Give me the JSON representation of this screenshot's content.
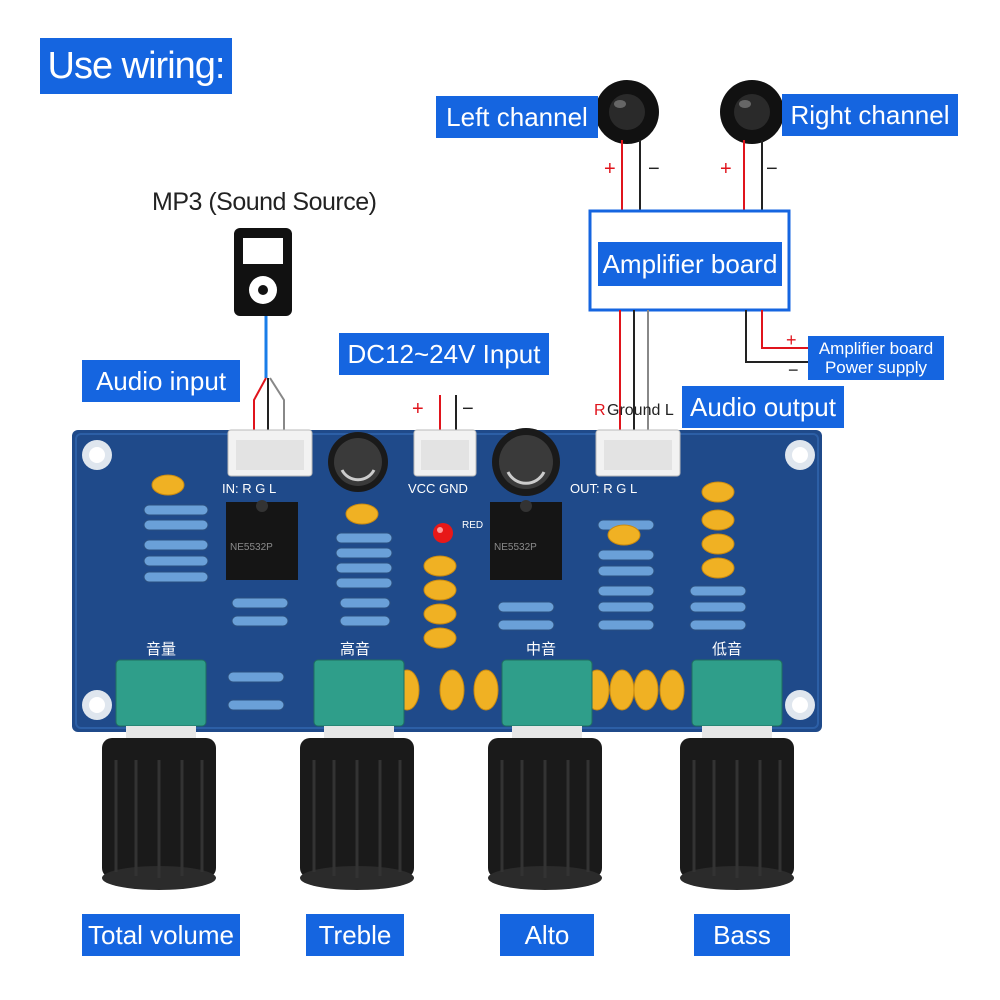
{
  "title": "Use wiring:",
  "labels": {
    "left_channel": "Left channel",
    "right_channel": "Right channel",
    "mp3_source": "MP3 (Sound Source)",
    "amplifier_board": "Amplifier board",
    "audio_input": "Audio input",
    "dc_input": "DC12~24V Input",
    "amp_power_line1": "Amplifier board",
    "amp_power_line2": "Power supply",
    "audio_output": "Audio output",
    "output_pins": {
      "r": "R",
      "ground_l": "Ground L"
    }
  },
  "polarity": {
    "plus": "+",
    "minus": "−"
  },
  "board": {
    "in_header": "IN: R  G  L",
    "vcc_gnd": "VCC  GND",
    "out_header": "OUT: R  G  L",
    "led_label": "RED",
    "chip_1": "NE5532P",
    "chip_2": "NE5532P",
    "pot_labels": {
      "volume": "音量",
      "treble": "高音",
      "mid": "中音",
      "bass": "低音"
    }
  },
  "knobs": {
    "total_volume": "Total volume",
    "treble": "Treble",
    "alto": "Alto",
    "bass": "Bass"
  },
  "colors": {
    "label_bg": "#1565e0",
    "pcb": "#1f4a8a",
    "wire_red": "#e0141c",
    "wire_black": "#222222",
    "plus_red": "#e0141c"
  }
}
